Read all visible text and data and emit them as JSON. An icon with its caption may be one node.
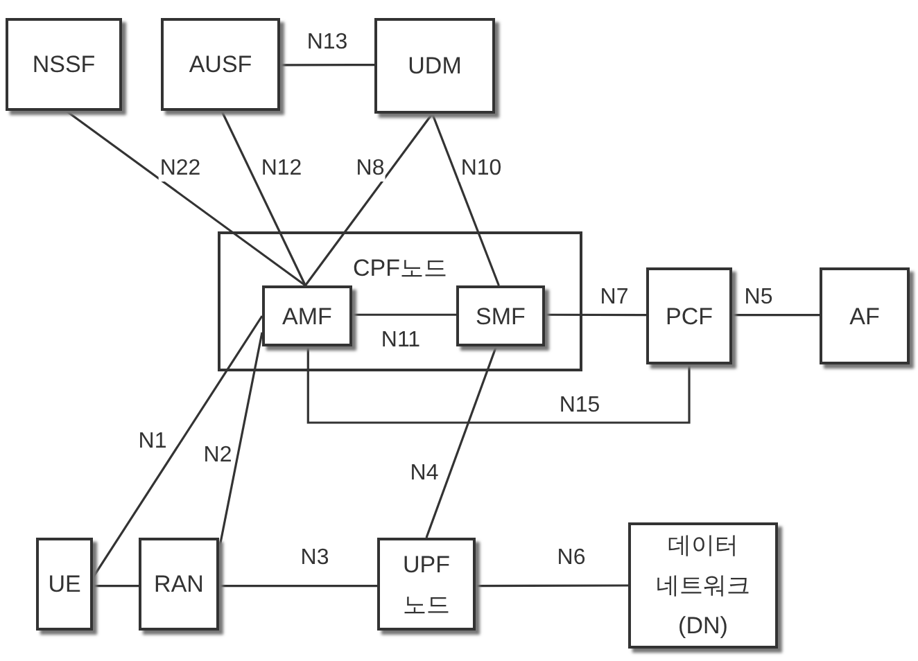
{
  "diagram": {
    "nodes": [
      {
        "text": [
          "NSSF"
        ]
      },
      {
        "text": [
          "AUSF"
        ]
      },
      {
        "text": [
          "UDM"
        ]
      },
      {
        "text": [
          "CPF노드"
        ]
      },
      {
        "text": [
          "AMF"
        ],
        "in": 3
      },
      {
        "text": [
          "SMF"
        ],
        "in": 3
      },
      {
        "text": [
          "PCF"
        ]
      },
      {
        "text": [
          "AF"
        ]
      },
      {
        "text": [
          "UE"
        ]
      },
      {
        "text": [
          "RAN"
        ]
      },
      {
        "text": [
          "UPF 노드"
        ]
      },
      {
        "text": [
          "데이터 네트워크 (DN)"
        ]
      }
    ],
    "edges": [
      {
        "from": 1,
        "to": 2,
        "arrow": "none",
        "label": "N13"
      },
      {
        "from": 0,
        "to": 4,
        "arrow": "none",
        "label": "N22"
      },
      {
        "from": 1,
        "to": 4,
        "arrow": "none",
        "label": "N12"
      },
      {
        "from": 2,
        "to": 4,
        "arrow": "none",
        "label": "N8"
      },
      {
        "from": 2,
        "to": 5,
        "arrow": "none",
        "label": "N10"
      },
      {
        "from": 4,
        "to": 5,
        "arrow": "none",
        "label": "N11"
      },
      {
        "from": 5,
        "to": 6,
        "arrow": "none",
        "label": "N7"
      },
      {
        "from": 6,
        "to": 7,
        "arrow": "none",
        "label": "N5"
      },
      {
        "from": 4,
        "to": 6,
        "arrow": "none",
        "label": "N15"
      },
      {
        "from": 8,
        "to": 4,
        "arrow": "none",
        "label": "N1"
      },
      {
        "from": 9,
        "to": 4,
        "arrow": "none",
        "label": "N2"
      },
      {
        "from": 10,
        "to": 5,
        "arrow": "none",
        "label": "N4"
      },
      {
        "from": 8,
        "to": 9,
        "arrow": "none"
      },
      {
        "from": 9,
        "to": 10,
        "arrow": "none",
        "label": "N3"
      },
      {
        "from": 10,
        "to": 11,
        "arrow": "none",
        "label": "N6"
      }
    ]
  }
}
